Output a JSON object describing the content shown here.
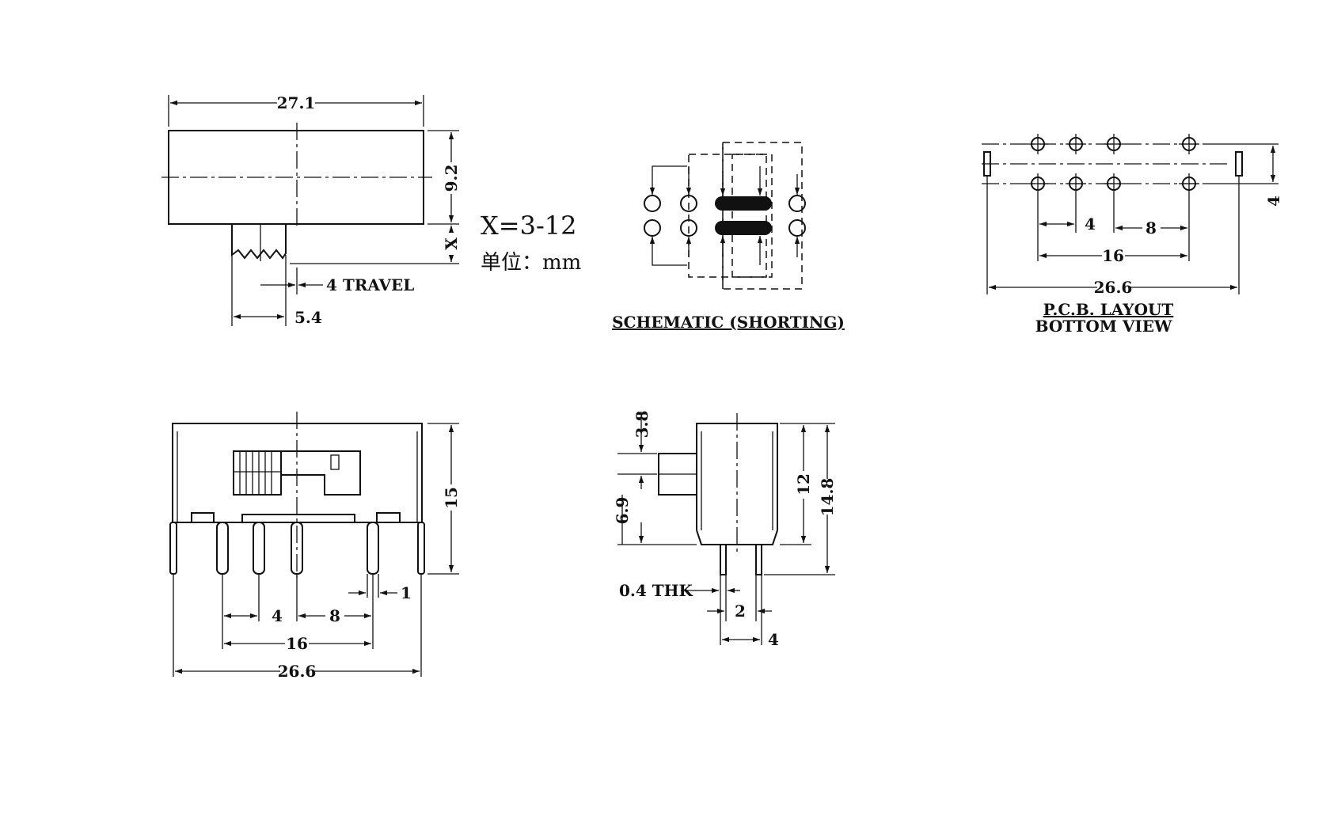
{
  "top_view": {
    "width": "27.1",
    "height": "9.2",
    "x_dim": "X",
    "travel": "4 TRAVEL",
    "knob_offset": "5.4"
  },
  "formula": "X=3-12",
  "unit_label": "单位：mm",
  "schematic": {
    "caption": "SCHEMATIC (SHORTING)"
  },
  "pcb": {
    "caption_line1": "P.C.B. LAYOUT",
    "caption_line2": "BOTTOM VIEW",
    "pitch_small": "4",
    "pitch_mid": "8",
    "span_inner": "16",
    "span_outer": "26.6",
    "row_gap": "4"
  },
  "front_view": {
    "height": "15",
    "pin_width": "1",
    "pitch_small": "4",
    "pitch_mid": "8",
    "span_inner": "16",
    "span_outer": "26.6"
  },
  "side_view": {
    "knob_width": "3.8",
    "knob_height": "6.9",
    "body_height": "12",
    "total_height": "14.8",
    "thickness": "0.4 THK",
    "pin_gap": "2",
    "pin_span": "4"
  }
}
